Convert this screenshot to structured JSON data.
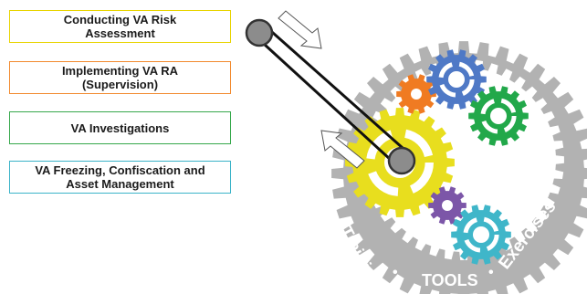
{
  "steps": [
    {
      "label": "Conducting VA Risk\nAssessment",
      "color": "#e8d400"
    },
    {
      "label": "Implementing VA RA\n(Supervision)",
      "color": "#f28a2e"
    },
    {
      "label": "VA Investigations",
      "color": "#36a84b"
    },
    {
      "label": "VA Freezing, Confiscation and\nAsset Management",
      "color": "#3bb3c8"
    }
  ],
  "ring": {
    "left_word": "Training",
    "bottom_word": "TOOLS",
    "right_word": "Exercises",
    "separator": "•"
  },
  "colors": {
    "ring": "#b2b2b2",
    "pulley": "#8c8c8c",
    "gear_yellow": "#e8de1e",
    "gear_blue": "#4f79c6",
    "gear_green": "#22a84a",
    "gear_orange": "#f07b22",
    "gear_purple": "#7c56a8",
    "gear_cyan": "#3fb6c9"
  },
  "icons": [
    "right-arrow-icon",
    "left-arrow-icon",
    "gear-icon",
    "pulley-icon"
  ]
}
